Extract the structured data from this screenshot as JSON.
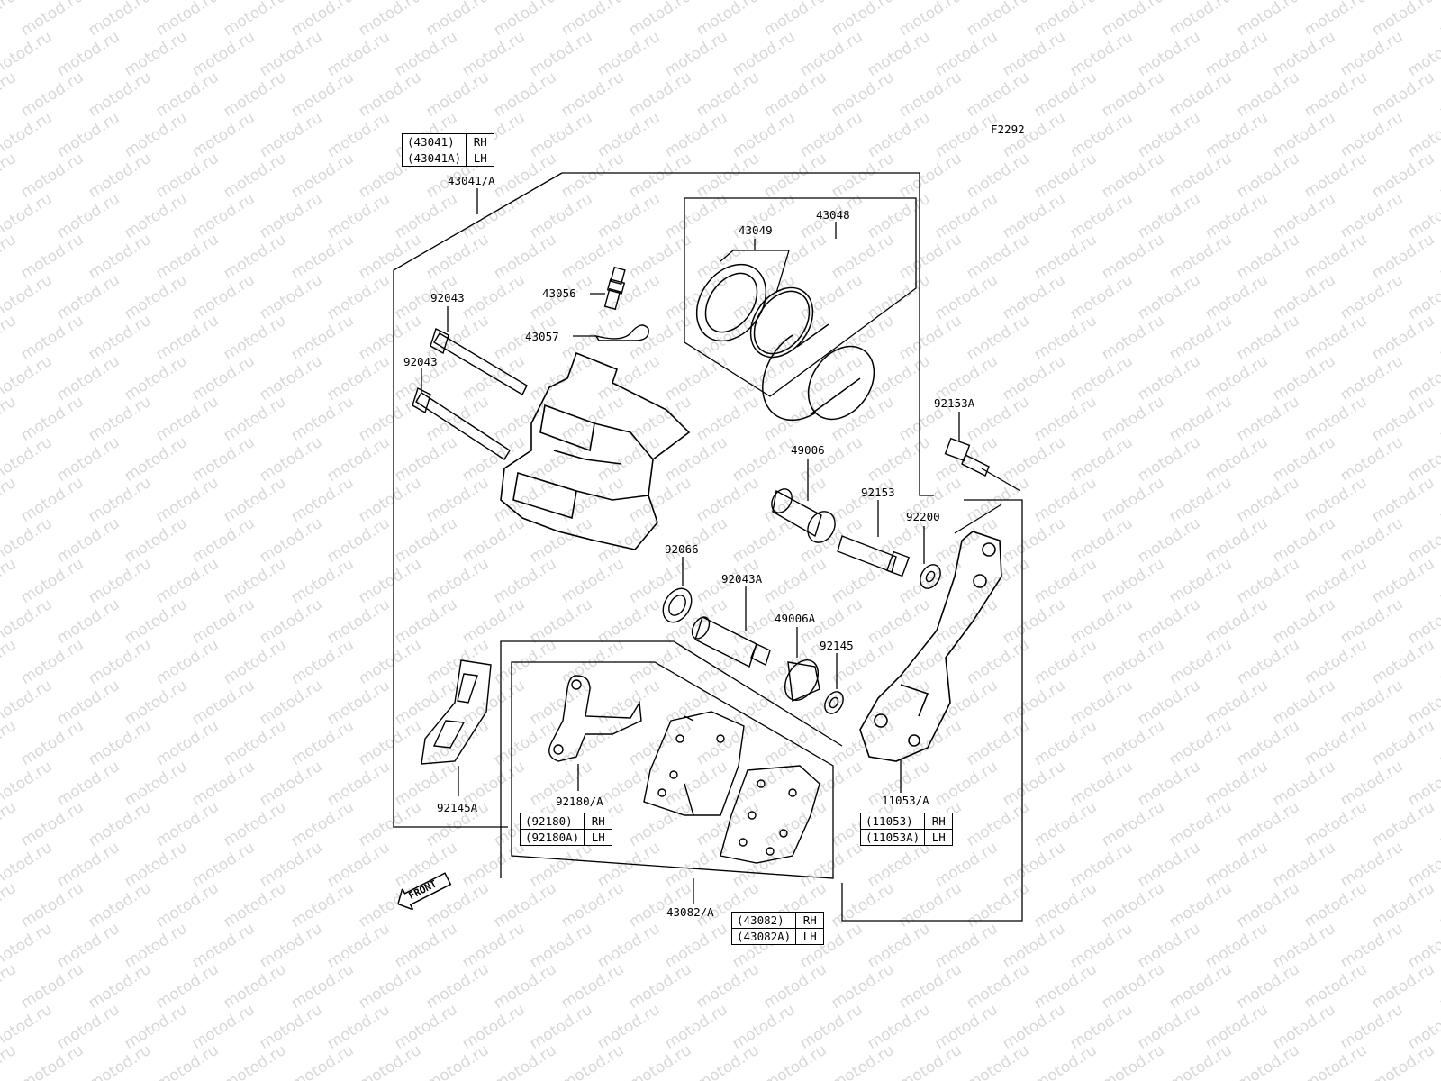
{
  "watermark": "motod.ru",
  "figure_id": "F2292",
  "parts": {
    "p43041A": "43041/A",
    "p43049": "43049",
    "p43048": "43048",
    "p43056": "43056",
    "p92043a": "92043",
    "p92043b": "92043",
    "p43057": "43057",
    "p92153A": "92153A",
    "p49006": "49006",
    "p92153": "92153",
    "p92200": "92200",
    "p92066": "92066",
    "p92043A": "92043A",
    "p49006A": "49006A",
    "p92145": "92145",
    "p92145A": "92145A",
    "p92180A": "92180/A",
    "p11053A": "11053/A",
    "p43082A": "43082/A"
  },
  "tables": {
    "t43041": [
      {
        "code": "(43041)",
        "side": "RH"
      },
      {
        "code": "(43041A)",
        "side": "LH"
      }
    ],
    "t92180": [
      {
        "code": "(92180)",
        "side": "RH"
      },
      {
        "code": "(92180A)",
        "side": "LH"
      }
    ],
    "t11053": [
      {
        "code": "(11053)",
        "side": "RH"
      },
      {
        "code": "(11053A)",
        "side": "LH"
      }
    ],
    "t43082": [
      {
        "code": "(43082)",
        "side": "RH"
      },
      {
        "code": "(43082A)",
        "side": "LH"
      }
    ]
  },
  "front_arrow_label": "FRONT"
}
